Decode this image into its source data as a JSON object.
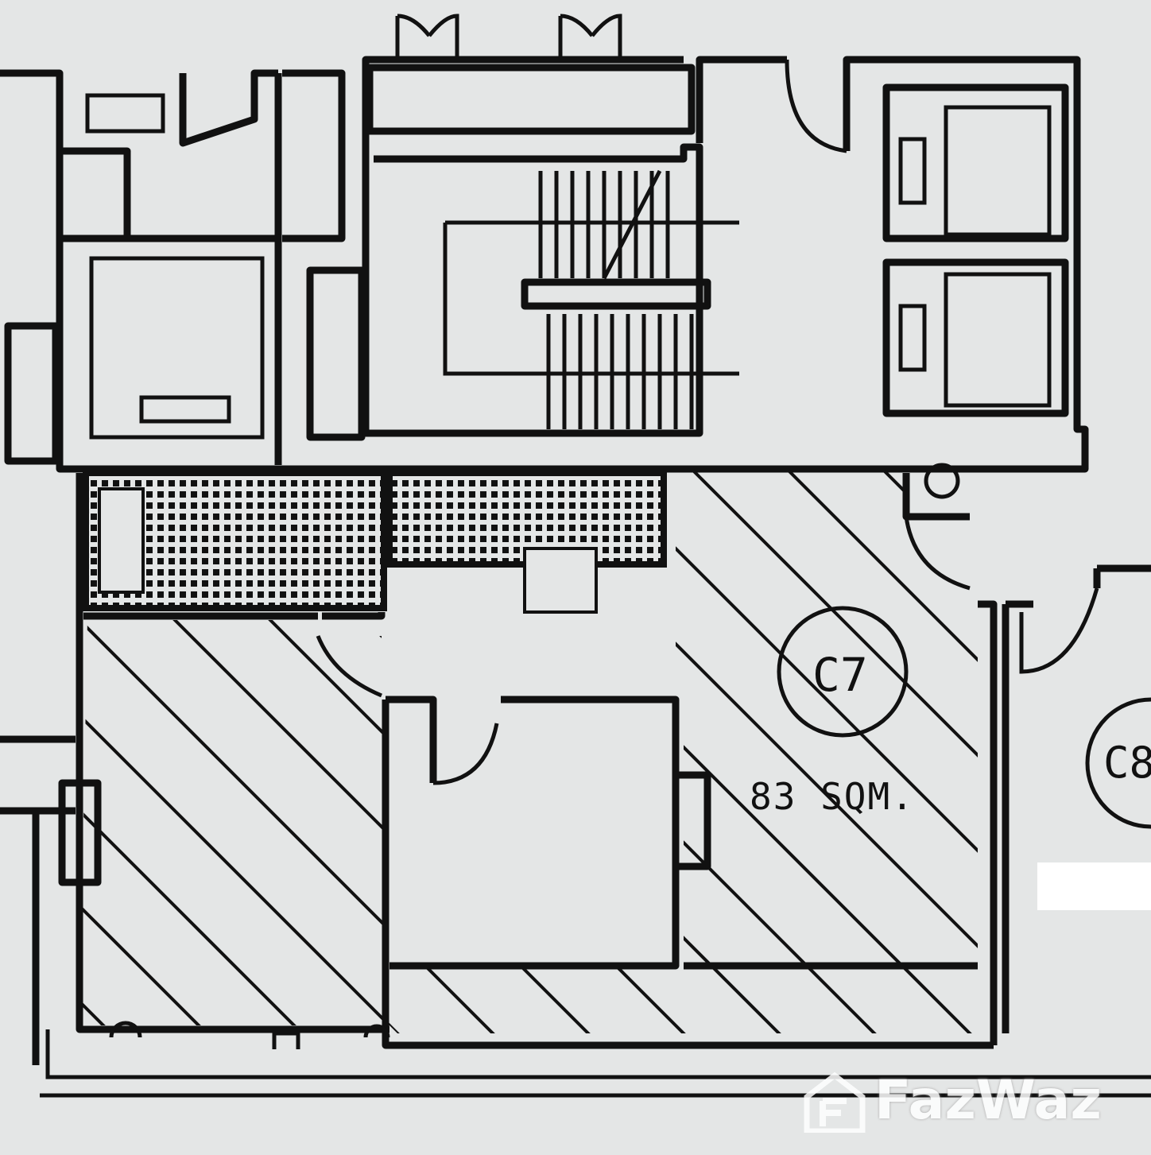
{
  "plan": {
    "unit_label": "C7",
    "unit_area": "83 SQM.",
    "neighbor_label": "C8",
    "watermark": "FazWaz"
  },
  "colors": {
    "paper": "#e4e6e6",
    "ink": "#111111"
  }
}
